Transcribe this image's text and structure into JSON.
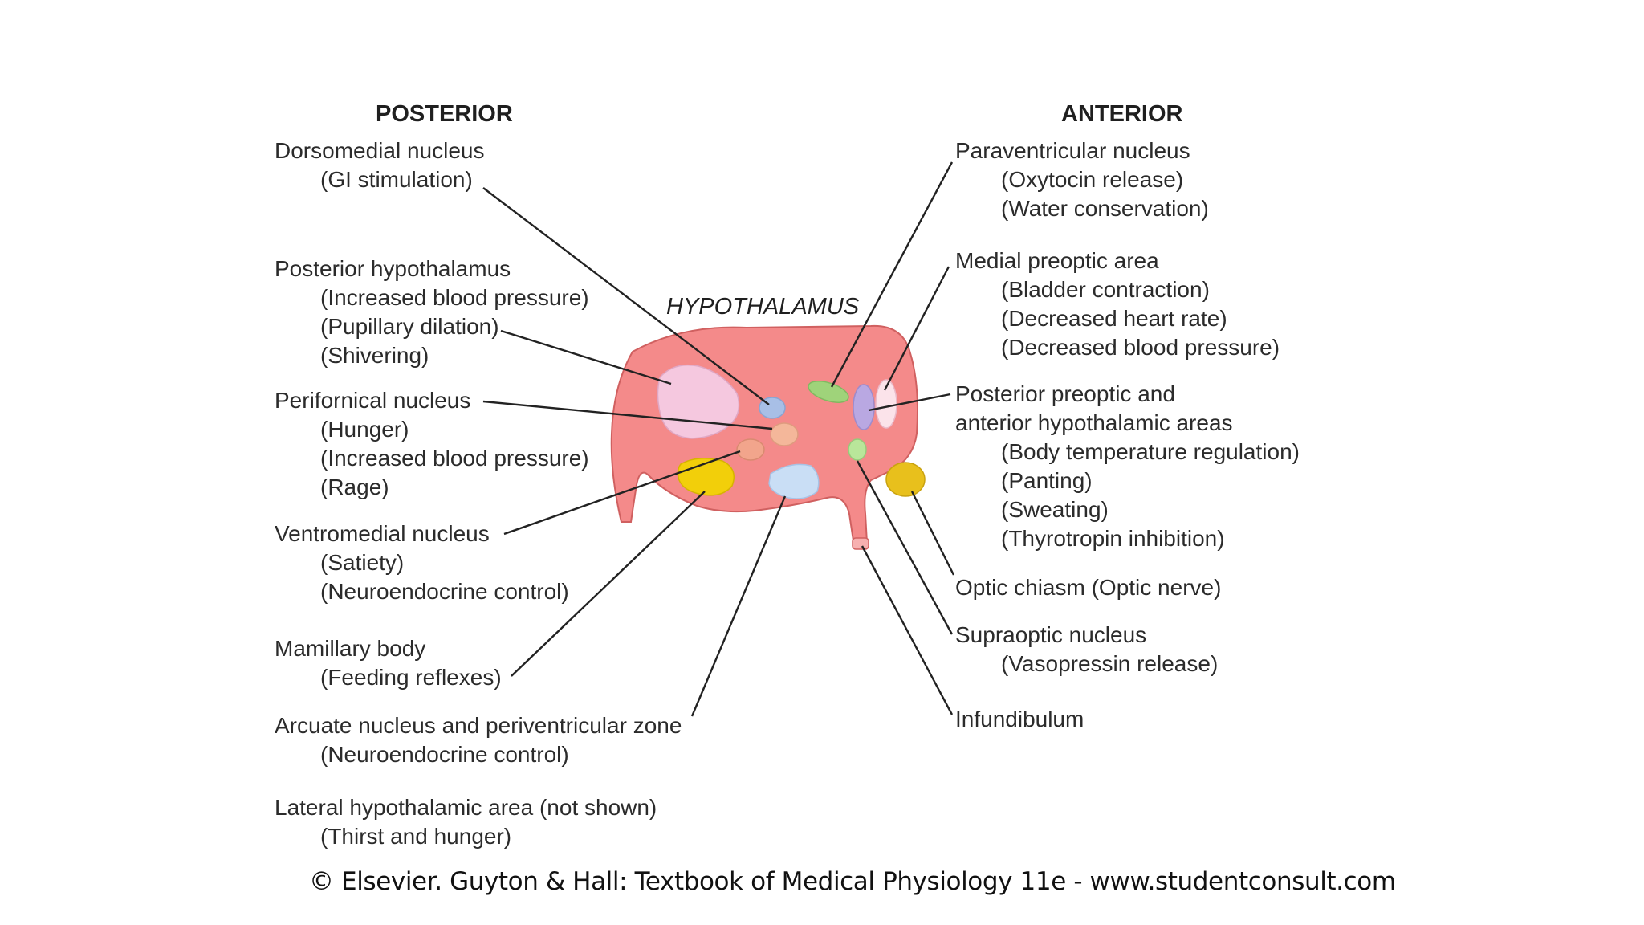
{
  "headings": {
    "posterior": "POSTERIOR",
    "anterior": "ANTERIOR",
    "center": "HYPOTHALAMUS"
  },
  "left_labels": [
    {
      "title": "Dorsomedial nucleus",
      "subs": [
        "(GI stimulation)"
      ]
    },
    {
      "title": "Posterior hypothalamus",
      "subs": [
        "(Increased blood pressure)",
        "(Pupillary dilation)",
        "(Shivering)"
      ]
    },
    {
      "title": "Perifornical nucleus",
      "subs": [
        "(Hunger)",
        "(Increased blood pressure)",
        "(Rage)"
      ]
    },
    {
      "title": "Ventromedial nucleus",
      "subs": [
        "(Satiety)",
        "(Neuroendocrine control)"
      ]
    },
    {
      "title": "Mamillary body",
      "subs": [
        "(Feeding reflexes)"
      ]
    },
    {
      "title": "Arcuate nucleus and periventricular zone",
      "subs": [
        "(Neuroendocrine control)"
      ]
    },
    {
      "title": "Lateral hypothalamic area (not shown)",
      "subs": [
        "(Thirst and hunger)"
      ]
    }
  ],
  "right_labels": [
    {
      "title": "Paraventricular nucleus",
      "subs": [
        "(Oxytocin release)",
        "(Water conservation)"
      ]
    },
    {
      "title": "Medial preoptic area",
      "subs": [
        "(Bladder contraction)",
        "(Decreased heart rate)",
        "(Decreased blood pressure)"
      ]
    },
    {
      "title": "Posterior preoptic and",
      "title2": "anterior hypothalamic areas",
      "subs": [
        "(Body temperature regulation)",
        "(Panting)",
        "(Sweating)",
        "(Thyrotropin inhibition)"
      ]
    },
    {
      "title": "Optic chiasm (Optic nerve)",
      "subs": []
    },
    {
      "title": "Supraoptic nucleus",
      "subs": [
        "(Vasopressin release)"
      ]
    },
    {
      "title": "Infundibulum",
      "subs": []
    }
  ],
  "credit": "© Elsevier. Guyton & Hall: Textbook of Medical Physiology 11e - www.studentconsult.com",
  "colors": {
    "hypothalamus": "#f48a8a",
    "posterior_hypothalamus": "#f5c8df",
    "dorsomedial": "#a8bfe6",
    "perifornical": "#f4b79a",
    "ventromedial": "#f2a58c",
    "mamillary": "#f2cf0a",
    "arcuate": "#c9def5",
    "paraventricular": "#9fd37a",
    "medial_preoptic": "#fbe3ea",
    "preoptic": "#b9a8e2",
    "supraoptic": "#b9e69a",
    "optic_chiasm": "#e8c01c"
  }
}
